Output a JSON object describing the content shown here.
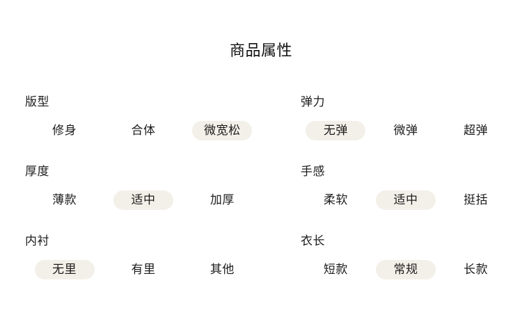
{
  "header": {
    "title": "商品属性"
  },
  "colors": {
    "page_background": "#ffffff",
    "chip_selected_background": "#f3f0e9",
    "text": "#1c1c1c"
  },
  "sections": [
    {
      "key": "fit",
      "label": "版型",
      "column": "left",
      "options": [
        {
          "label": "修身",
          "selected": false
        },
        {
          "label": "合体",
          "selected": false
        },
        {
          "label": "微宽松",
          "selected": true
        }
      ]
    },
    {
      "key": "elasticity",
      "label": "弹力",
      "column": "right",
      "options": [
        {
          "label": "无弹",
          "selected": true
        },
        {
          "label": "微弹",
          "selected": false
        },
        {
          "label": "超弹",
          "selected": false
        }
      ]
    },
    {
      "key": "thickness",
      "label": "厚度",
      "column": "left",
      "options": [
        {
          "label": "薄款",
          "selected": false
        },
        {
          "label": "适中",
          "selected": true
        },
        {
          "label": "加厚",
          "selected": false
        }
      ]
    },
    {
      "key": "handfeel",
      "label": "手感",
      "column": "right",
      "options": [
        {
          "label": "柔软",
          "selected": false
        },
        {
          "label": "适中",
          "selected": true
        },
        {
          "label": "挺括",
          "selected": false
        }
      ]
    },
    {
      "key": "lining",
      "label": "内衬",
      "column": "left",
      "options": [
        {
          "label": "无里",
          "selected": true
        },
        {
          "label": "有里",
          "selected": false
        },
        {
          "label": "其他",
          "selected": false
        }
      ]
    },
    {
      "key": "length",
      "label": "衣长",
      "column": "right",
      "options": [
        {
          "label": "短款",
          "selected": false
        },
        {
          "label": "常规",
          "selected": true
        },
        {
          "label": "长款",
          "selected": false
        }
      ]
    }
  ]
}
